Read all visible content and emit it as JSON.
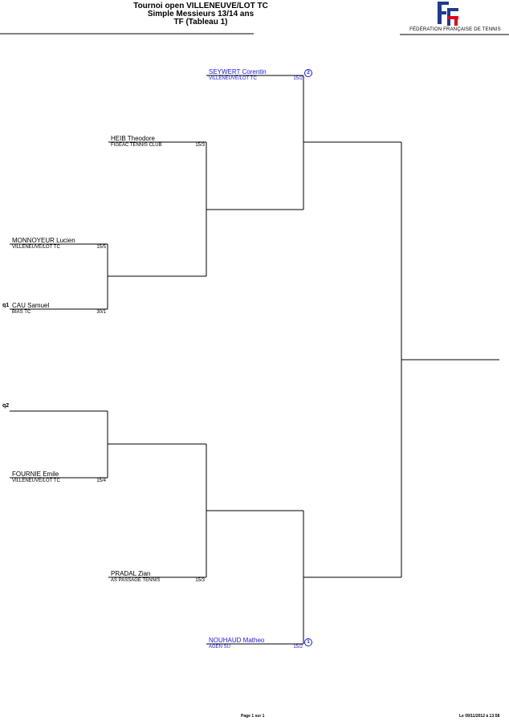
{
  "header": {
    "title": "Tournoi open VILLENEUVE/LOT TC",
    "subtitle": "Simple Messieurs 13/14 ans",
    "table": "TF (Tableau 1)"
  },
  "federation": "FÉDÉRATION FRANÇAISE DE TENNIS",
  "logo_letters": "FFT",
  "draw": {
    "seed_top": {
      "name": "SEYWERT Corentin",
      "club": "VILLENEUVE/LOT TC",
      "rank": "15/2",
      "seed": "2"
    },
    "heib": {
      "name": "HEIB Theodore",
      "club": "FIGEAC TENNIS CLUB",
      "rank": "15/3"
    },
    "monnoyeur": {
      "name": "MONNOYEUR Lucien",
      "club": "VILLENEUVE/LOT TC",
      "rank": "15/5"
    },
    "cau": {
      "name": "CAU Samuel",
      "club": "BIAS TC",
      "rank": "30/1",
      "qualifier": "q1"
    },
    "q2": {
      "qualifier": "q2"
    },
    "fournie": {
      "name": "FOURNIE Emile",
      "club": "VILLENEUVE/LOT TC",
      "rank": "15/4"
    },
    "pradal": {
      "name": "PRADAL Zian",
      "club": "AS PASSAGE TENNIS",
      "rank": "15/3"
    },
    "seed_bottom": {
      "name": "NOUHAUD Matheo",
      "club": "AGEN SU",
      "rank": "15/2",
      "seed": "1"
    }
  },
  "footer": {
    "page": "Page 1 sur 1",
    "date": "Le 09/11/2012 à 13:58"
  },
  "colors": {
    "seed_blue": "#1a1aff",
    "logo_red": "#e2001a",
    "logo_blue": "#1d3b8f"
  }
}
